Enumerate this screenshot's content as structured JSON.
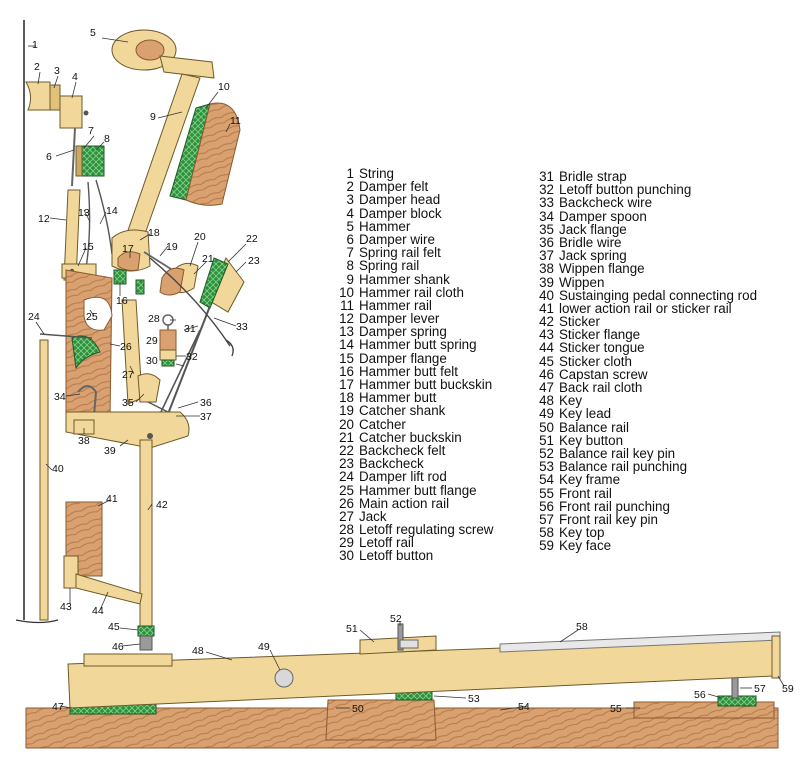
{
  "parts": [
    {
      "n": "1",
      "name": "String"
    },
    {
      "n": "2",
      "name": "Damper felt"
    },
    {
      "n": "3",
      "name": "Damper head"
    },
    {
      "n": "4",
      "name": "Damper block"
    },
    {
      "n": "5",
      "name": "Hammer"
    },
    {
      "n": "6",
      "name": "Damper wire"
    },
    {
      "n": "7",
      "name": "Spring rail felt"
    },
    {
      "n": "8",
      "name": "Spring rail"
    },
    {
      "n": "9",
      "name": "Hammer shank"
    },
    {
      "n": "10",
      "name": "Hammer rail cloth"
    },
    {
      "n": "11",
      "name": "Hammer rail"
    },
    {
      "n": "12",
      "name": "Damper lever"
    },
    {
      "n": "13",
      "name": "Damper spring"
    },
    {
      "n": "14",
      "name": "Hammer butt spring"
    },
    {
      "n": "15",
      "name": "Damper flange"
    },
    {
      "n": "16",
      "name": "Hammer butt felt"
    },
    {
      "n": "17",
      "name": "Hammer butt buckskin"
    },
    {
      "n": "18",
      "name": "Hammer butt"
    },
    {
      "n": "19",
      "name": "Catcher shank"
    },
    {
      "n": "20",
      "name": "Catcher"
    },
    {
      "n": "21",
      "name": "Catcher buckskin"
    },
    {
      "n": "22",
      "name": "Backcheck felt"
    },
    {
      "n": "23",
      "name": "Backcheck"
    },
    {
      "n": "24",
      "name": "Damper lift rod"
    },
    {
      "n": "25",
      "name": "Hammer butt flange"
    },
    {
      "n": "26",
      "name": "Main action rail"
    },
    {
      "n": "27",
      "name": "Jack"
    },
    {
      "n": "28",
      "name": "Letoff regulating screw"
    },
    {
      "n": "29",
      "name": "Letoff rail"
    },
    {
      "n": "30",
      "name": "Letoff button"
    },
    {
      "n": "31",
      "name": "Bridle strap"
    },
    {
      "n": "32",
      "name": "Letoff button punching"
    },
    {
      "n": "33",
      "name": "Backcheck wire"
    },
    {
      "n": "34",
      "name": "Damper spoon"
    },
    {
      "n": "35",
      "name": "Jack flange"
    },
    {
      "n": "36",
      "name": "Bridle wire"
    },
    {
      "n": "37",
      "name": "Jack spring"
    },
    {
      "n": "38",
      "name": "Wippen flange"
    },
    {
      "n": "39",
      "name": "Wippen"
    },
    {
      "n": "40",
      "name": "Sustainging pedal connecting rod"
    },
    {
      "n": "41",
      "name": "lower action rail or sticker rail"
    },
    {
      "n": "42",
      "name": "Sticker"
    },
    {
      "n": "43",
      "name": "Sticker flange"
    },
    {
      "n": "44",
      "name": "Sticker tongue"
    },
    {
      "n": "45",
      "name": "Sticker cloth"
    },
    {
      "n": "46",
      "name": "Capstan screw"
    },
    {
      "n": "47",
      "name": "Back rail cloth"
    },
    {
      "n": "48",
      "name": "Key"
    },
    {
      "n": "49",
      "name": "Key lead"
    },
    {
      "n": "50",
      "name": "Balance rail"
    },
    {
      "n": "51",
      "name": "Key button"
    },
    {
      "n": "52",
      "name": "Balance rail key pin"
    },
    {
      "n": "53",
      "name": "Balance rail punching"
    },
    {
      "n": "54",
      "name": "Key frame"
    },
    {
      "n": "55",
      "name": "Front rail"
    },
    {
      "n": "56",
      "name": "Front rail punching"
    },
    {
      "n": "57",
      "name": "Front rail key pin"
    },
    {
      "n": "58",
      "name": "Key top"
    },
    {
      "n": "59",
      "name": "Key face"
    }
  ],
  "colors": {
    "wood": "#f1d89a",
    "wood_stroke": "#6e5a2a",
    "felt_green": "#2f8f3a",
    "grain": "#c98a5a",
    "metal": "#9a9a9a"
  }
}
